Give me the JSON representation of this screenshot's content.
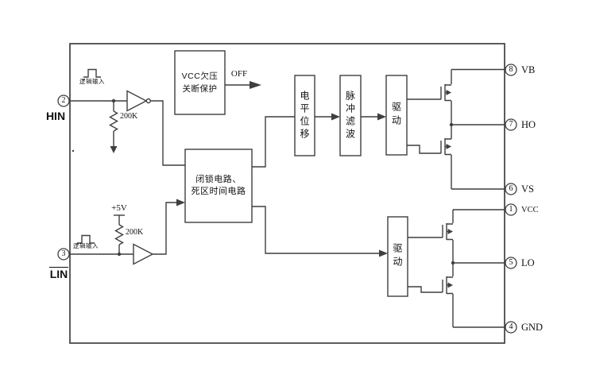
{
  "diagram": {
    "pins": {
      "left": [
        {
          "number": "2",
          "label": "HIN"
        },
        {
          "number": "3",
          "label": "LIN"
        }
      ],
      "right": [
        {
          "number": "8",
          "label": "VB"
        },
        {
          "number": "7",
          "label": "HO"
        },
        {
          "number": "6",
          "label": "VS"
        },
        {
          "number": "1",
          "label": "VCC"
        },
        {
          "number": "5",
          "label": "LO"
        },
        {
          "number": "4",
          "label": "GND"
        }
      ]
    },
    "blocks": {
      "uvlo_line1": "VCC欠压",
      "uvlo_line2": "关断保护",
      "latch_line1": "闭锁电路、",
      "latch_line2": "死区时间电路",
      "level_shift": "电平位移",
      "pulse_filter": "脉冲滤波",
      "driver_high": "驱动",
      "driver_low": "驱动"
    },
    "labels": {
      "off": "OFF",
      "supply": "+5V",
      "resistor_high": "200K",
      "resistor_low": "200K",
      "logic_input_high": "逻辑输入",
      "logic_input_low": "逻辑输入"
    },
    "colors": {
      "line": "#3f3f3f",
      "text": "#111111"
    }
  }
}
